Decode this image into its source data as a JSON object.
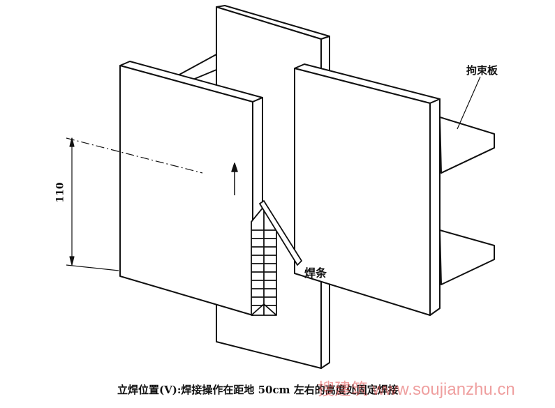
{
  "labels": {
    "restraint_plate": "拘束板",
    "welding_rod": "焊条",
    "dimension": "110"
  },
  "caption": "立焊位置(V):焊接操作在距地 50cm 左右的高度处固定焊接",
  "watermark": "搜建筑 www.soujianzhu.cn",
  "colors": {
    "line": "#111111",
    "watermark": "#e05050"
  }
}
